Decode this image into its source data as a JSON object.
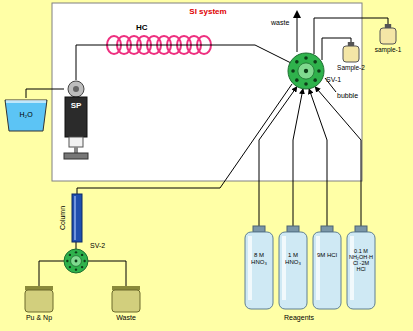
{
  "diagram": {
    "nodes": [
      {
        "text": [
          "SI system"
        ]
      },
      {
        "text": [
          "H₂O"
        ]
      },
      {
        "text": [
          "SP"
        ],
        "in": 0
      },
      {
        "text": [
          "SV-1"
        ],
        "in": 0
      },
      {
        "text": [
          "sample-1"
        ]
      },
      {
        "text": [
          "Sample-2"
        ]
      },
      {
        "text": [
          "8 M HNO₃"
        ]
      },
      {
        "text": [
          "1 M HNO₃"
        ]
      },
      {
        "text": [
          "9M HCl"
        ]
      },
      {
        "text": [
          "0.1 M NH₂OH·HCl -2M HCl"
        ]
      },
      {
        "text": [
          "Column"
        ]
      },
      {
        "text": [
          "SV-2"
        ]
      },
      {
        "text": [
          "Pu & Np"
        ]
      },
      {
        "text": [
          "Waste"
        ]
      }
    ],
    "edges": [
      {
        "from": 1,
        "to": 2,
        "arrow": "none"
      },
      {
        "from": 2,
        "to": 3,
        "arrow": "none"
      },
      {
        "from": 3,
        "to": 4,
        "arrow": "none"
      },
      {
        "from": 3,
        "to": 5,
        "arrow": "none"
      },
      {
        "from": 6,
        "to": 3,
        "arrow": "to"
      },
      {
        "from": 7,
        "to": 3,
        "arrow": "to"
      },
      {
        "from": 8,
        "to": 3,
        "arrow": "to"
      },
      {
        "from": 9,
        "to": 3,
        "arrow": "to"
      },
      {
        "from": 3,
        "to": 10,
        "arrow": "none"
      },
      {
        "from": 10,
        "to": 11,
        "arrow": "none"
      },
      {
        "from": 11,
        "to": 12,
        "arrow": "none"
      },
      {
        "from": 11,
        "to": 13,
        "arrow": "none"
      }
    ],
    "labels": [
      "HC",
      "waste",
      "bubble",
      "Reagents"
    ]
  }
}
